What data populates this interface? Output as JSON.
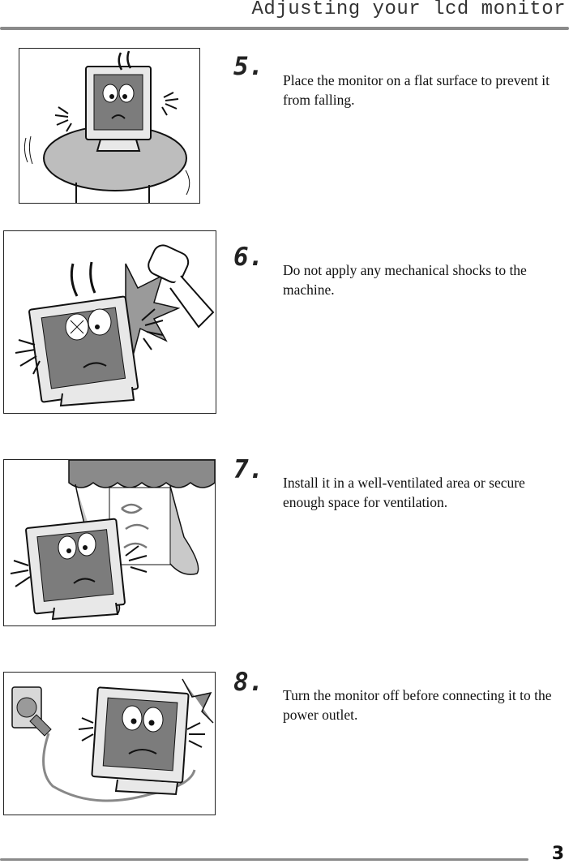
{
  "header": {
    "title": "Adjusting your lcd monitor"
  },
  "steps": [
    {
      "number": "5.",
      "text": "Place the monitor on a flat surface to prevent it from falling.",
      "illustration": "monitor-on-table-illustration"
    },
    {
      "number": "6.",
      "text": "Do not apply any mechanical shocks to the machine.",
      "illustration": "monitor-being-hit-illustration"
    },
    {
      "number": "7.",
      "text": "Install it in a well-ventilated area or secure enough space for ventilation.",
      "illustration": "monitor-near-window-illustration"
    },
    {
      "number": "8.",
      "text": "Turn the monitor off before connecting it to the power outlet.",
      "illustration": "monitor-power-plug-illustration"
    }
  ],
  "footer": {
    "page_number": "3"
  }
}
